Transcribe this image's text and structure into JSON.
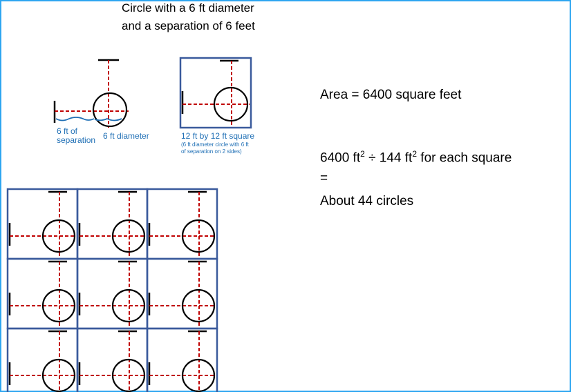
{
  "title": {
    "line1": "Circle with a 6 ft diameter",
    "line2": "and a separation of 6 feet"
  },
  "labels": {
    "separation_line1": "6 ft of",
    "separation_line2": "separation",
    "diameter": "6 ft diameter",
    "square_title": "12 ft by 12 ft square",
    "square_note_line1": "(6 ft diameter circle with 6 ft",
    "square_note_line2": "of separation on 2 sides)"
  },
  "calculation": {
    "area": "Area = 6400 square feet",
    "dividend": "6400 ft",
    "divide_sign": " ÷ 144 ft",
    "divisor_suffix": " for each square",
    "exponent": "2",
    "equals": "=",
    "result": "About 44 circles"
  },
  "grid": {
    "rows": 3,
    "cols": 3
  },
  "colors": {
    "square_border": "#3a5a9c",
    "dashed_line": "#c00000",
    "circle": "#000000",
    "frame": "#2ea6f0",
    "annotation": "#1f6fb5"
  }
}
